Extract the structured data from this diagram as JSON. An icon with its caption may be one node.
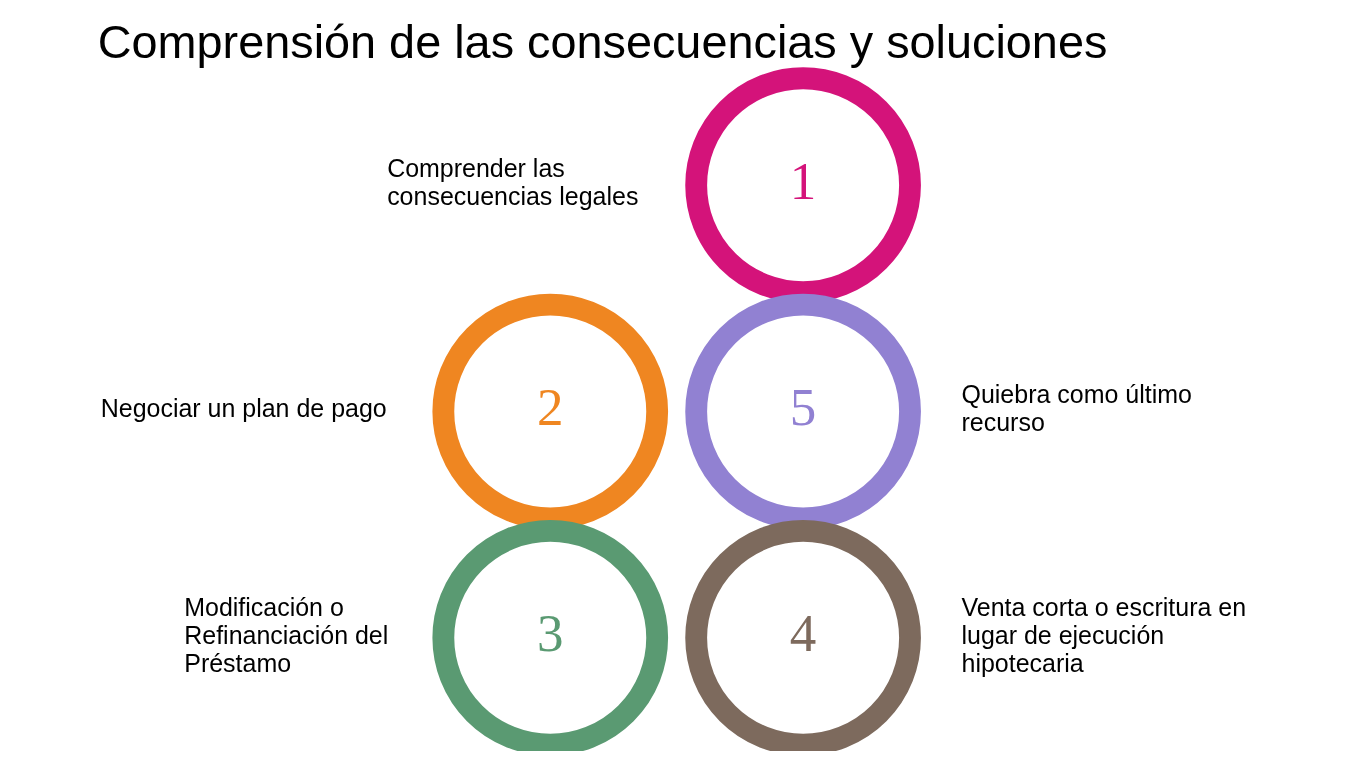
{
  "diagram": {
    "title": "Comprensión de las consecuencias y soluciones",
    "nodes": [
      {
        "text": [
          "1"
        ],
        "beside": [
          "Comprender las consecuencias legales"
        ]
      },
      {
        "text": [
          "2"
        ],
        "beside": [
          "Negociar un plan de pago"
        ]
      },
      {
        "text": [
          "3"
        ],
        "beside": [
          "Modificación o Refinanciación del Préstamo"
        ]
      },
      {
        "text": [
          "4"
        ],
        "beside": [
          "Venta corta o escritura en lugar de ejecución hipotecaria"
        ]
      },
      {
        "text": [
          "5"
        ],
        "beside": [
          "Quiebra como último recurso"
        ]
      }
    ]
  }
}
